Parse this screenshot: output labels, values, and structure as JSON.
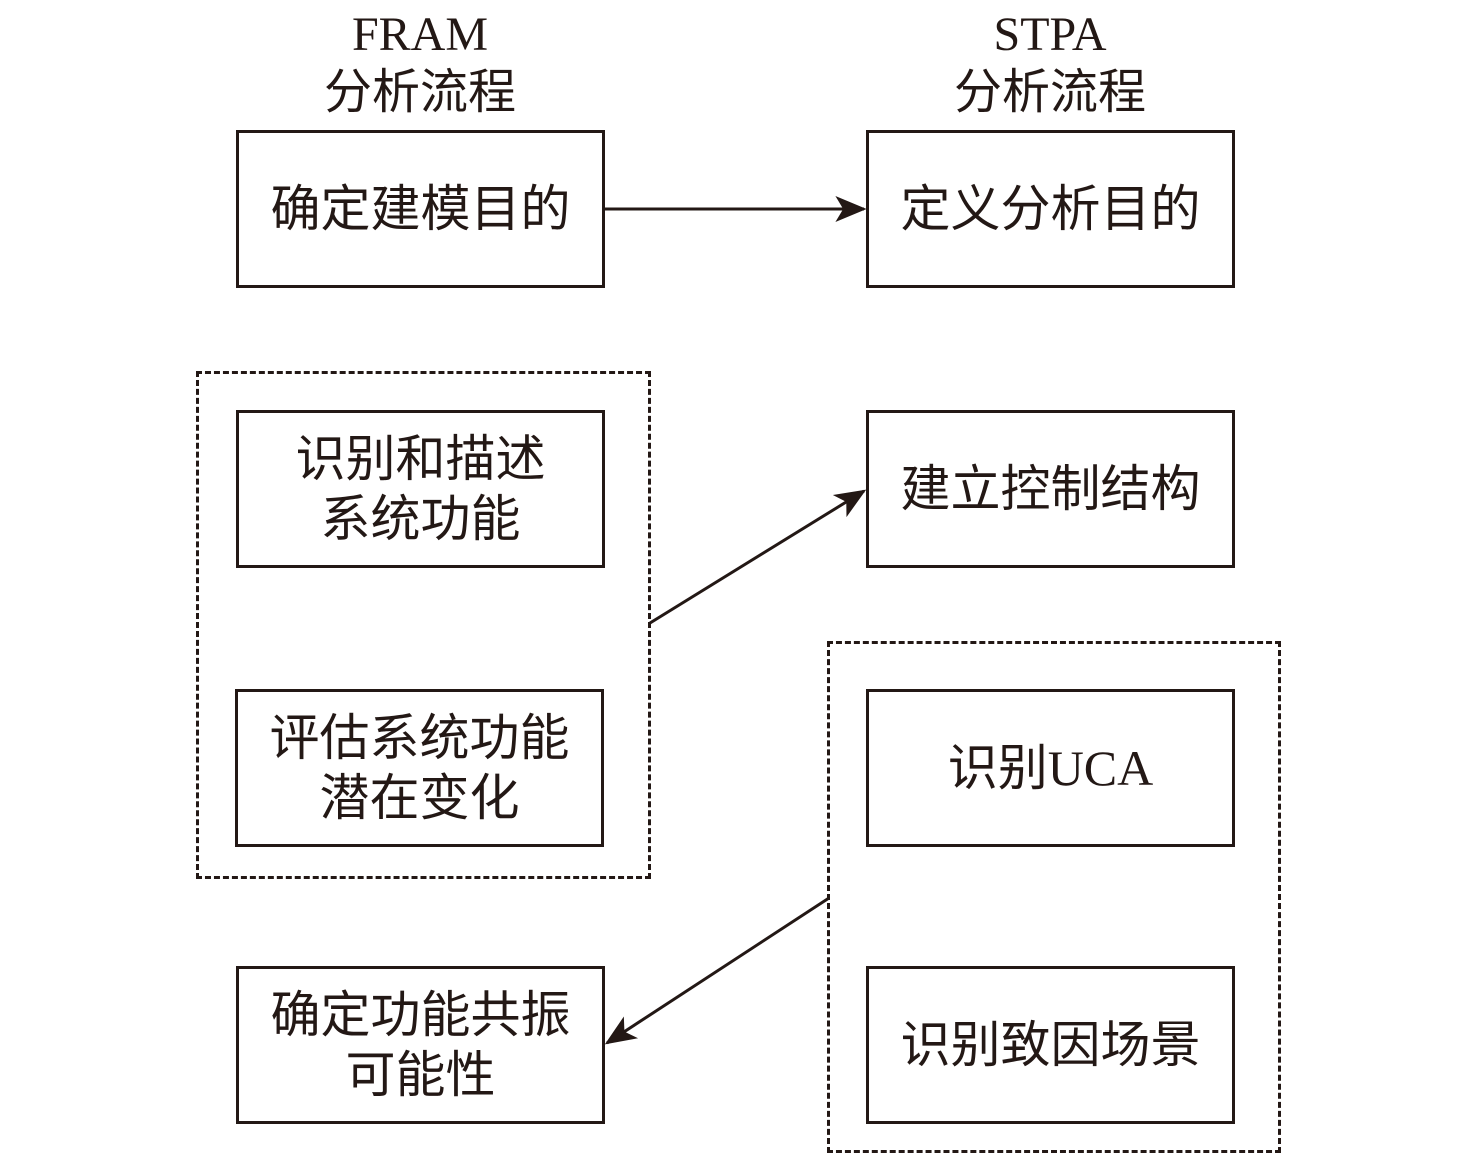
{
  "columns": {
    "fram": {
      "title_line1": "FRAM",
      "title_line2": "分析流程"
    },
    "stpa": {
      "title_line1": "STPA",
      "title_line2": "分析流程"
    }
  },
  "fram_steps": [
    {
      "label": "确定建模目的"
    },
    {
      "label": "识别和描述\n系统功能"
    },
    {
      "label": "评估系统功能\n潜在变化"
    },
    {
      "label": "确定功能共振\n可能性"
    }
  ],
  "stpa_steps": [
    {
      "label": "定义分析目的"
    },
    {
      "label": "建立控制结构"
    },
    {
      "label": "识别UCA"
    },
    {
      "label": "识别致因场景"
    }
  ],
  "connections": [
    {
      "from": "确定建模目的",
      "to": "定义分析目的"
    },
    {
      "from": "FRAM group (识别和描述系统功能, 评估系统功能潜在变化)",
      "to": "建立控制结构"
    },
    {
      "from": "STPA group (识别UCA, 识别致因场景)",
      "to": "确定功能共振可能性"
    }
  ]
}
